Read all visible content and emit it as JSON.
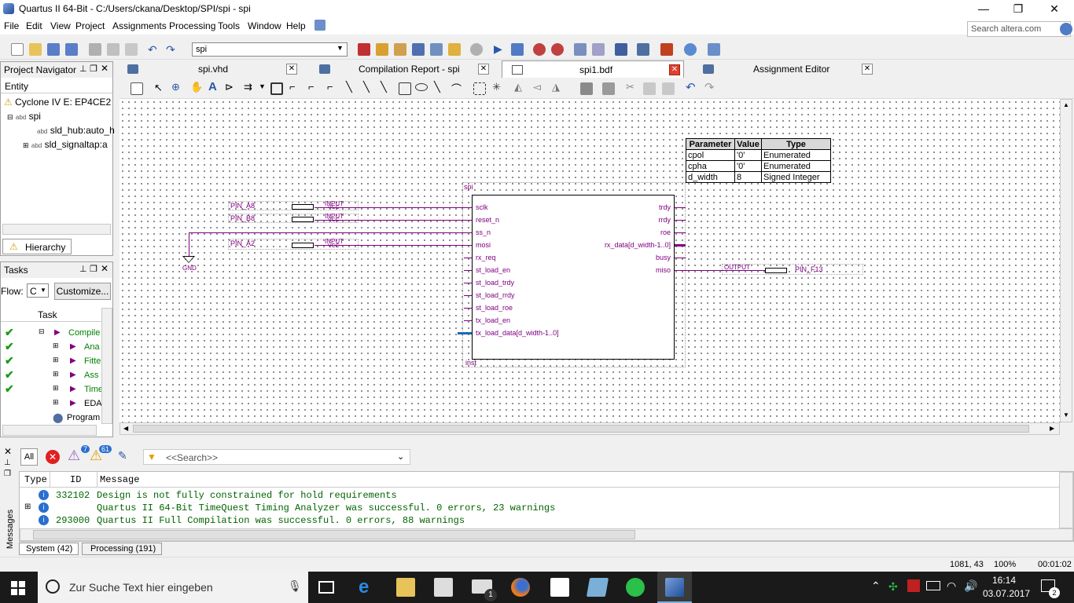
{
  "window": {
    "title": "Quartus II 64-Bit - C:/Users/ckana/Desktop/SPI/spi - spi"
  },
  "menu": [
    "File",
    "Edit",
    "View",
    "Project",
    "Assignments",
    "Processing",
    "Tools",
    "Window",
    "Help"
  ],
  "search": {
    "placeholder": "Search altera.com"
  },
  "toolbar": {
    "entity_combo": "spi"
  },
  "navigator": {
    "title": "Project Navigator",
    "column": "Entity",
    "device": "Cyclone IV E: EP4CE22F",
    "top": "spi",
    "children": [
      "sld_hub:auto_h",
      "sld_signaltap:a"
    ],
    "tab": "Hierarchy"
  },
  "tasks": {
    "title": "Tasks",
    "flow_label": "Flow:",
    "flow_value": "C",
    "customize": "Customize...",
    "column": "Task",
    "items": [
      "Compile",
      "Ana",
      "Fitte",
      "Ass",
      "Time",
      "EDA",
      "Program"
    ]
  },
  "doc_tabs": [
    "spi.vhd",
    "Compilation Report - spi",
    "spi1.bdf",
    "Assignment Editor"
  ],
  "schematic": {
    "block_name": "spi",
    "instance": "inst",
    "inputs": [
      "sclk",
      "reset_n",
      "ss_n",
      "mosi",
      "rx_req",
      "st_load_en",
      "st_load_trdy",
      "st_load_rrdy",
      "st_load_roe",
      "tx_load_en",
      "tx_load_data[d_width-1..0]"
    ],
    "outputs": [
      "trdy",
      "rrdy",
      "roe",
      "rx_data[d_width-1..0]",
      "busy",
      "miso"
    ],
    "pins_in": [
      {
        "name": "PIN_A8",
        "type": "INPUT",
        "sub": "VCC"
      },
      {
        "name": "PIN_B8",
        "type": "INPUT",
        "sub": "VCC"
      },
      {
        "name": "PIN_A2",
        "type": "INPUT",
        "sub": "VCC"
      }
    ],
    "pin_out": {
      "name": "PIN_F13",
      "type": "OUTPUT"
    },
    "gnd": "GND",
    "params": {
      "headers": [
        "Parameter",
        "Value",
        "Type"
      ],
      "rows": [
        [
          "cpol",
          "'0'",
          "Enumerated"
        ],
        [
          "cpha",
          "'0'",
          "Enumerated"
        ],
        [
          "d_width",
          "8",
          "Signed Integer"
        ]
      ]
    }
  },
  "messages": {
    "filter_all": "All",
    "badge_warn1": "7",
    "badge_warn2": "61",
    "search_placeholder": "<<Search>>",
    "headers": [
      "Type",
      "ID",
      "Message"
    ],
    "rows": [
      {
        "id": "332102",
        "text": "Design is not fully constrained for hold requirements"
      },
      {
        "id": "",
        "text": "Quartus II 64-Bit TimeQuest Timing Analyzer was successful. 0 errors, 23 warnings"
      },
      {
        "id": "293000",
        "text": "Quartus II Full Compilation was successful. 0 errors, 88 warnings"
      }
    ],
    "side_label": "Messages",
    "tabs": [
      "System (42)",
      "Processing (191)"
    ]
  },
  "status": {
    "coords": "1081, 43",
    "zoom": "100%",
    "time": "00:01:02"
  },
  "taskbar": {
    "search_placeholder": "Zur Suche Text hier eingeben",
    "clock_time": "16:14",
    "clock_date": "03.07.2017",
    "notif_count": "2",
    "mail_count": "1"
  }
}
